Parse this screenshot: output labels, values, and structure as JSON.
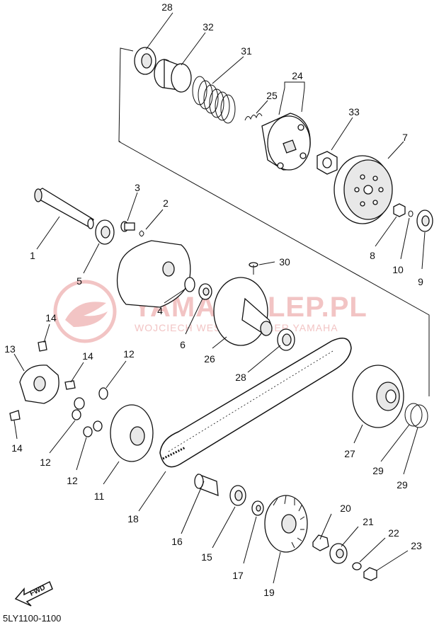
{
  "watermark": {
    "brand": "YAMA-SKLEP.PL",
    "subtitle": "WOJCIECH WESZKA DEALER YAMAHA",
    "accent": "#e9a3a3"
  },
  "diagram": {
    "code": "5LY1100-1100",
    "fwd_label": "FWD",
    "callouts": [
      {
        "label": "28"
      },
      {
        "label": "32"
      },
      {
        "label": "31"
      },
      {
        "label": "24"
      },
      {
        "label": "25"
      },
      {
        "label": "33"
      },
      {
        "label": "7"
      },
      {
        "label": "3"
      },
      {
        "label": "2"
      },
      {
        "label": "1"
      },
      {
        "label": "5"
      },
      {
        "label": "8"
      },
      {
        "label": "10"
      },
      {
        "label": "9"
      },
      {
        "label": "30"
      },
      {
        "label": "4"
      },
      {
        "label": "6"
      },
      {
        "label": "14"
      },
      {
        "label": "13"
      },
      {
        "label": "14"
      },
      {
        "label": "12"
      },
      {
        "label": "26"
      },
      {
        "label": "28"
      },
      {
        "label": "14"
      },
      {
        "label": "12"
      },
      {
        "label": "12"
      },
      {
        "label": "27"
      },
      {
        "label": "29"
      },
      {
        "label": "29"
      },
      {
        "label": "11"
      },
      {
        "label": "18"
      },
      {
        "label": "20"
      },
      {
        "label": "21"
      },
      {
        "label": "22"
      },
      {
        "label": "23"
      },
      {
        "label": "16"
      },
      {
        "label": "15"
      },
      {
        "label": "17"
      },
      {
        "label": "19"
      }
    ]
  }
}
